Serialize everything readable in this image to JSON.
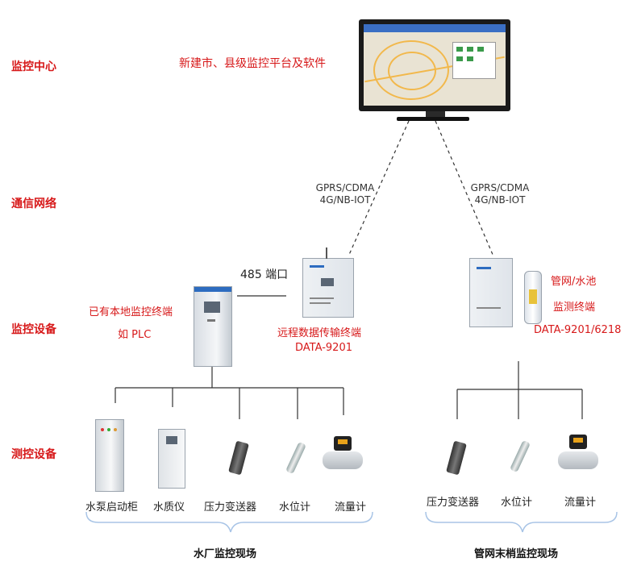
{
  "tiers": {
    "center": "监控中心",
    "network": "通信网络",
    "monitor": "监控设备",
    "measure": "测控设备"
  },
  "center": {
    "platform": "新建市、县级监控平台及软件"
  },
  "network": {
    "left": {
      "line1": "GPRS/CDMA",
      "line2": "4G/NB-IOT"
    },
    "right": {
      "line1": "GPRS/CDMA",
      "line2": "4G/NB-IOT"
    }
  },
  "monitor": {
    "port": "485 端口",
    "local_terminal": "已有本地监控终端",
    "local_plc": "如 PLC",
    "rtu_name": "远程数据传输终端",
    "rtu_model": "DATA-9201",
    "pipe_name": "管网/水池",
    "pipe_name2": "监测终端",
    "pipe_model": "DATA-9201/6218"
  },
  "devices_left": [
    "水泵启动柜",
    "水质仪",
    "压力变送器",
    "水位计",
    "流量计"
  ],
  "devices_right": [
    "压力变送器",
    "水位计",
    "流量计"
  ],
  "sites": {
    "left": "水厂监控现场",
    "right": "管网末梢监控现场"
  },
  "colors": {
    "accent": "#d7191a",
    "line": "#333333",
    "bracket": "#a8c4e6"
  }
}
